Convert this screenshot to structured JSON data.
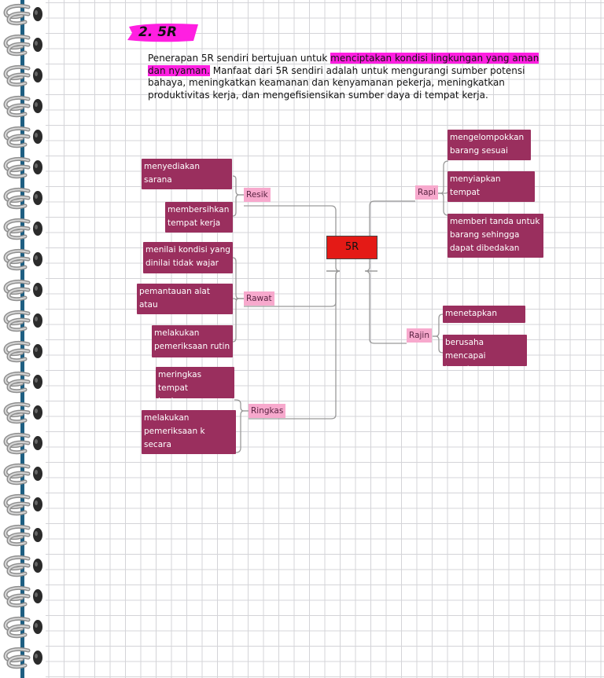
{
  "heading": {
    "number_title": "2. 5R"
  },
  "paragraph": {
    "before": "Penerapan 5R sendiri bertujuan untuk ",
    "highlight": "menciptakan kondisi lingkungan yang aman dan nyaman.",
    "after": " Manfaat dari 5R sendiri adalah untuk mengurangi sumber potensi bahaya, meningkatkan keamanan dan kenyamanan pekerja, meningkatkan produktivitas kerja, dan mengefisiensikan sumber daya di tempat kerja."
  },
  "mindmap": {
    "center": "5R",
    "branches": {
      "resik": {
        "label": "Resik",
        "items": [
          "menyediakan sarana\nkebersihan",
          "membersihkan\ntempat kerja"
        ]
      },
      "rawat": {
        "label": "Rawat",
        "items": [
          "menilai kondisi yang\ndinilai tidak wajar",
          "pemantauan alat atau\narea kerja",
          "melakukan\npemeriksaan rutin"
        ]
      },
      "ringkas": {
        "label": "Ringkas",
        "items": [
          "meringkas tempat\nkerja",
          "melakukan\npemeriksaan k secara\nrutin"
        ]
      },
      "rapi": {
        "label": "Rapi",
        "items": [
          "mengelompokkan\nbarang sesuai jenis",
          "menyiapkan tempat\npenyimpanan,",
          "memberi tanda untuk\nbarang sehingga\ndapat dibedakan"
        ]
      },
      "rajin": {
        "label": "Rajin",
        "items": [
          "menetapkan target",
          "berusaha mencapai\ntarget"
        ]
      }
    }
  },
  "colors": {
    "highlight": "#ff1fe1",
    "box": "#9a2f5e",
    "label": "#f7a9cd",
    "center": "#e41a16",
    "spine": "#1f5f82"
  }
}
